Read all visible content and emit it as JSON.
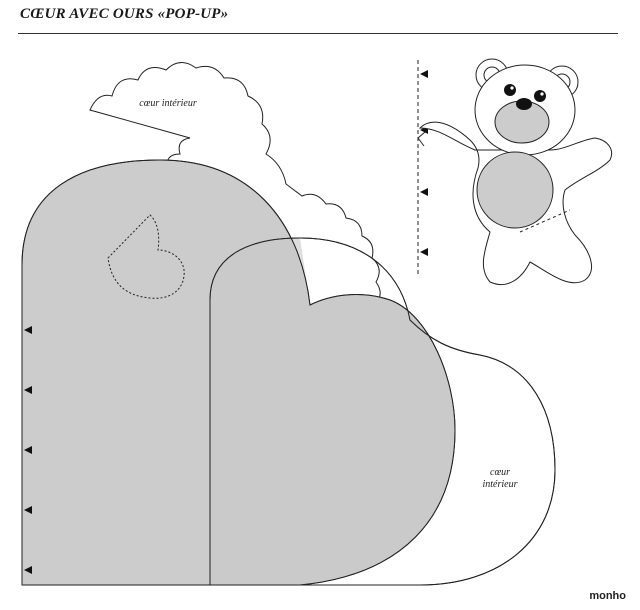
{
  "title": "CŒUR AVEC OURS «POP-UP»",
  "labels": {
    "inner_heart_top": "cœur intérieur",
    "inner_heart_right_line1": "cœur",
    "inner_heart_right_line2": "intérieur"
  },
  "credit": "monho",
  "colors": {
    "fill_gray": "#cccccc",
    "outline": "#222222",
    "background": "#ffffff"
  }
}
